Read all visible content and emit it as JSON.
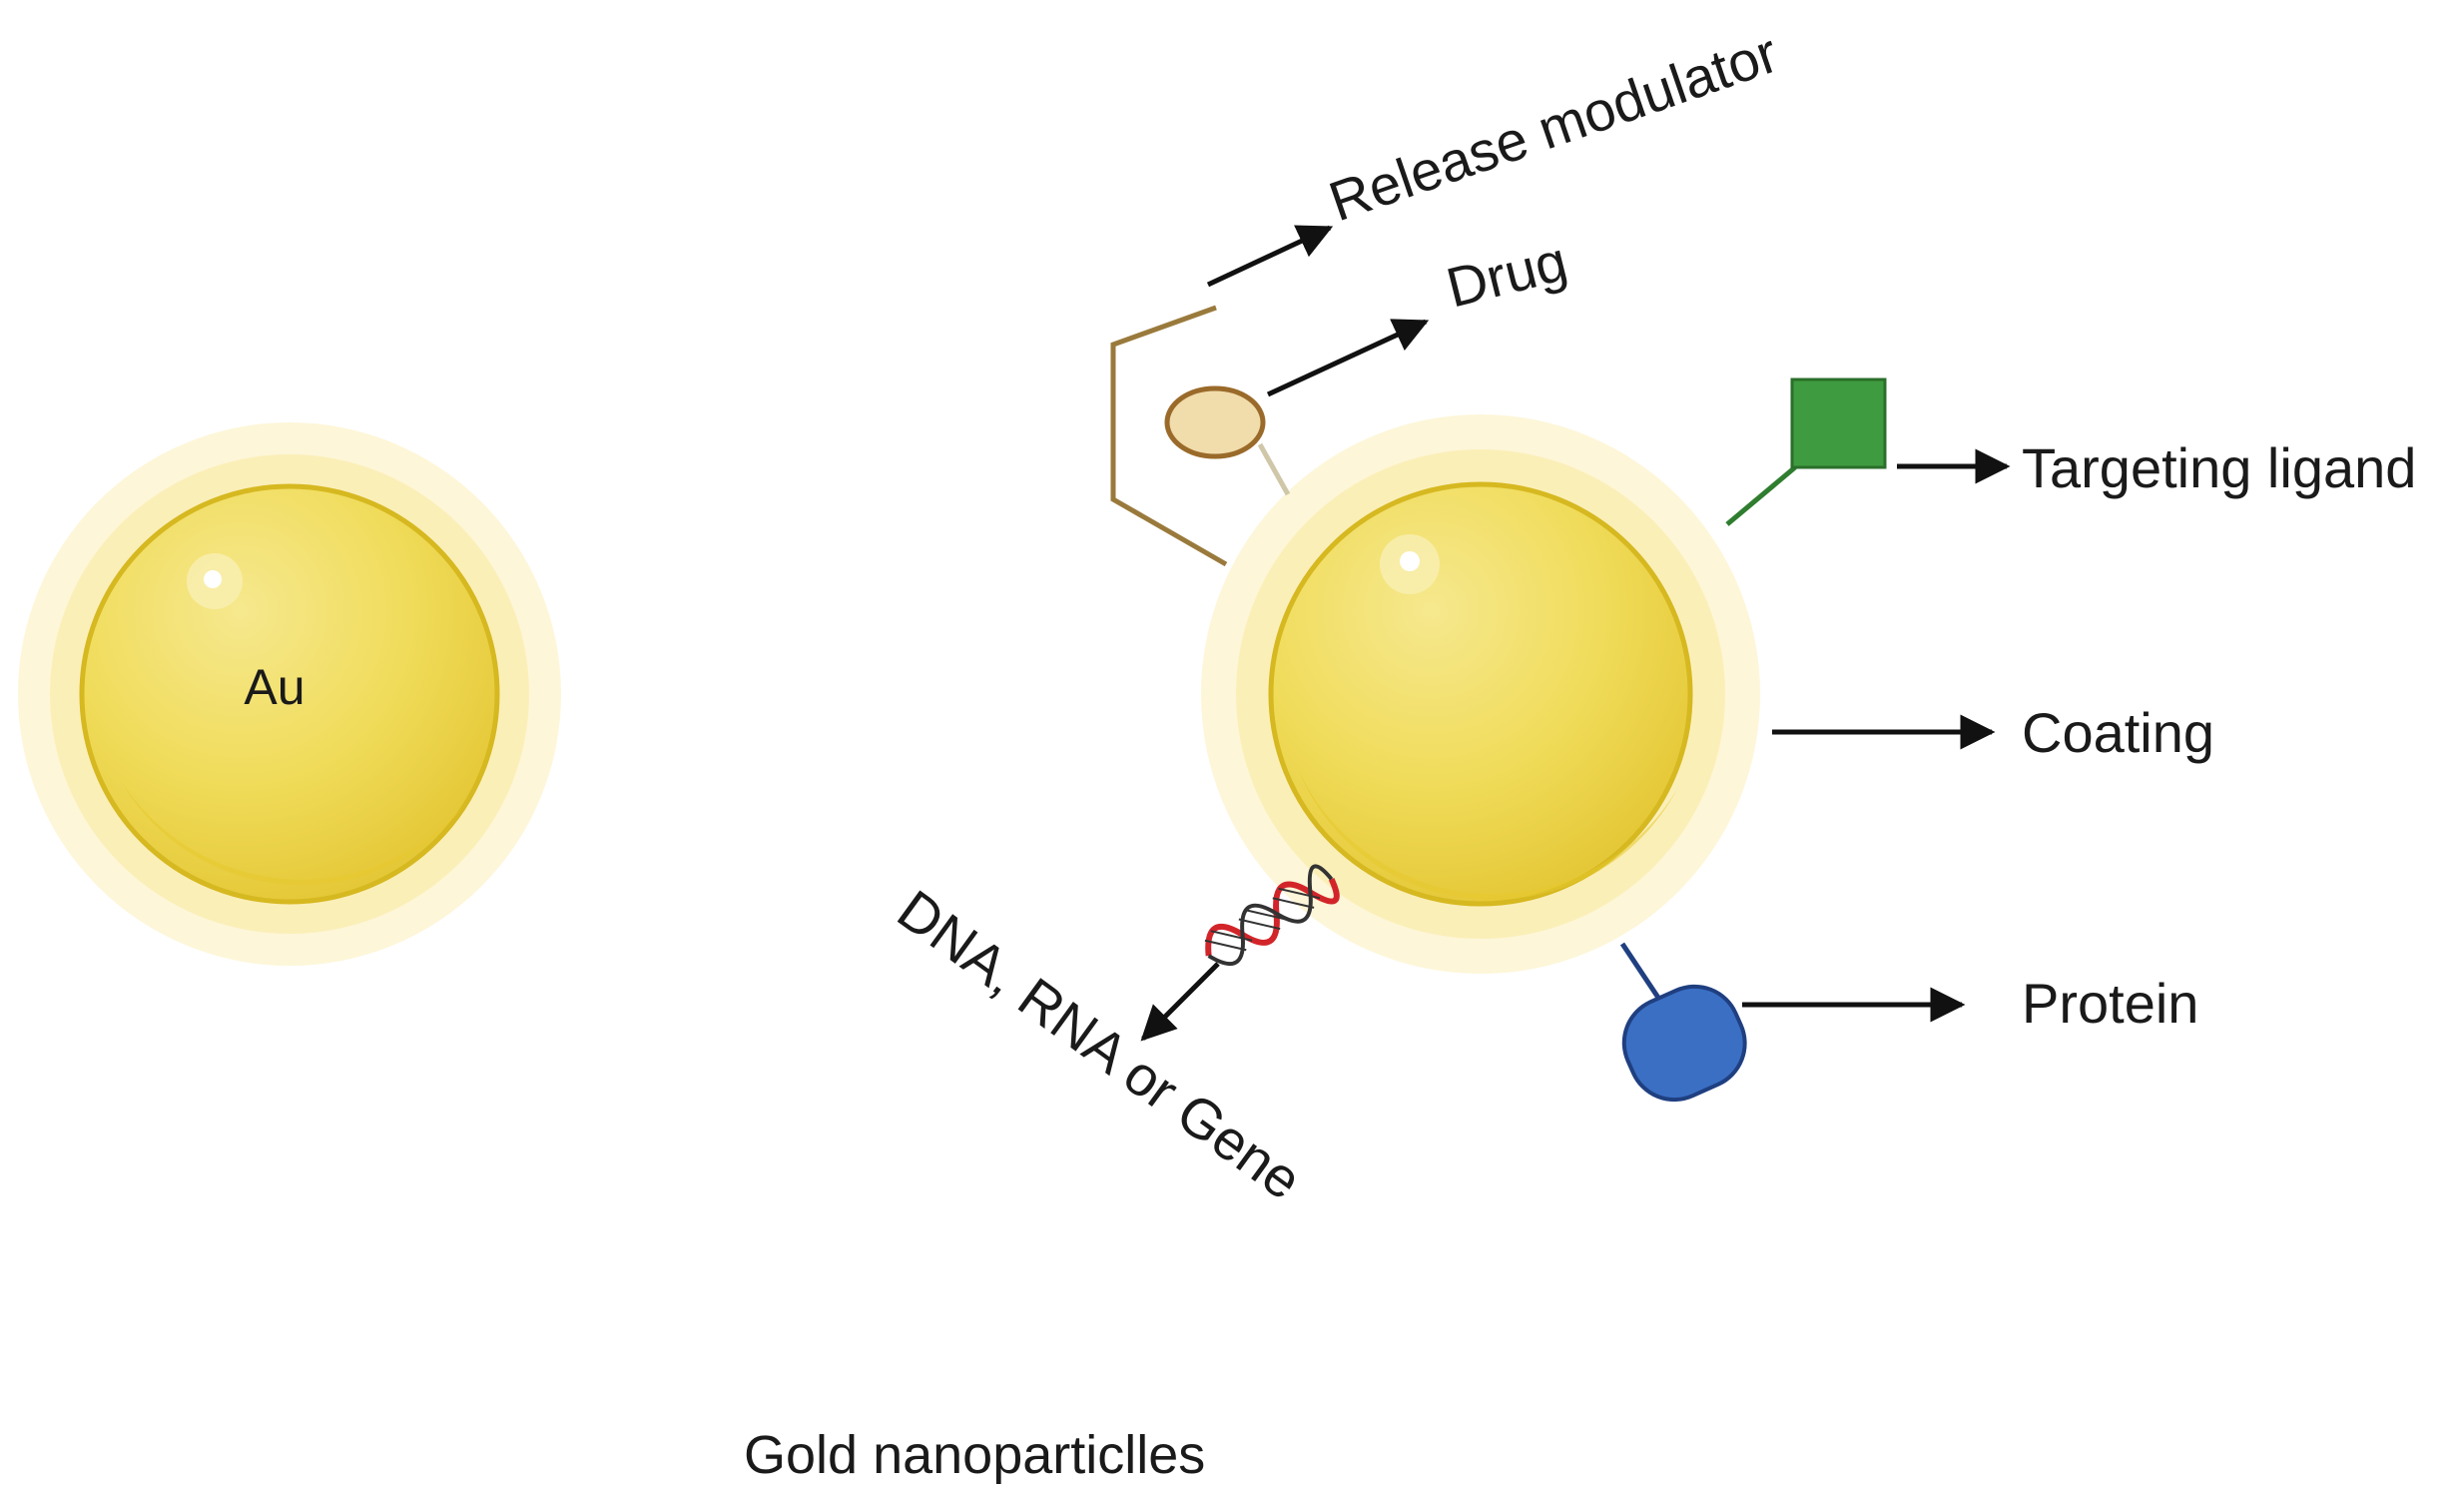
{
  "particle": {
    "core_label": "Au"
  },
  "labels": {
    "release_modulator": "Release modulator",
    "drug": "Drug",
    "targeting_ligand": "Targeting ligand",
    "coating": "Coating",
    "protein": "Protein",
    "nucleic_acid": "DNA, RNA or Gene"
  },
  "caption": "Gold nanoparticlles",
  "colors": {
    "gold_core": "#f1dd5c",
    "gold_rim": "#d6b820",
    "halo": "#fbf2c4",
    "drug_fill": "#f1dcab",
    "drug_stroke": "#9a6a2a",
    "release_modulator": "#9a7a3c",
    "targeting_ligand": "#3f9b3f",
    "protein": "#3a6fc4",
    "dna_strand": "#d2252a"
  },
  "icons": {
    "drug": "ellipse-capsule",
    "targeting_ligand": "green-square",
    "protein": "blue-rounded-blob",
    "nucleic_acid": "double-helix"
  }
}
